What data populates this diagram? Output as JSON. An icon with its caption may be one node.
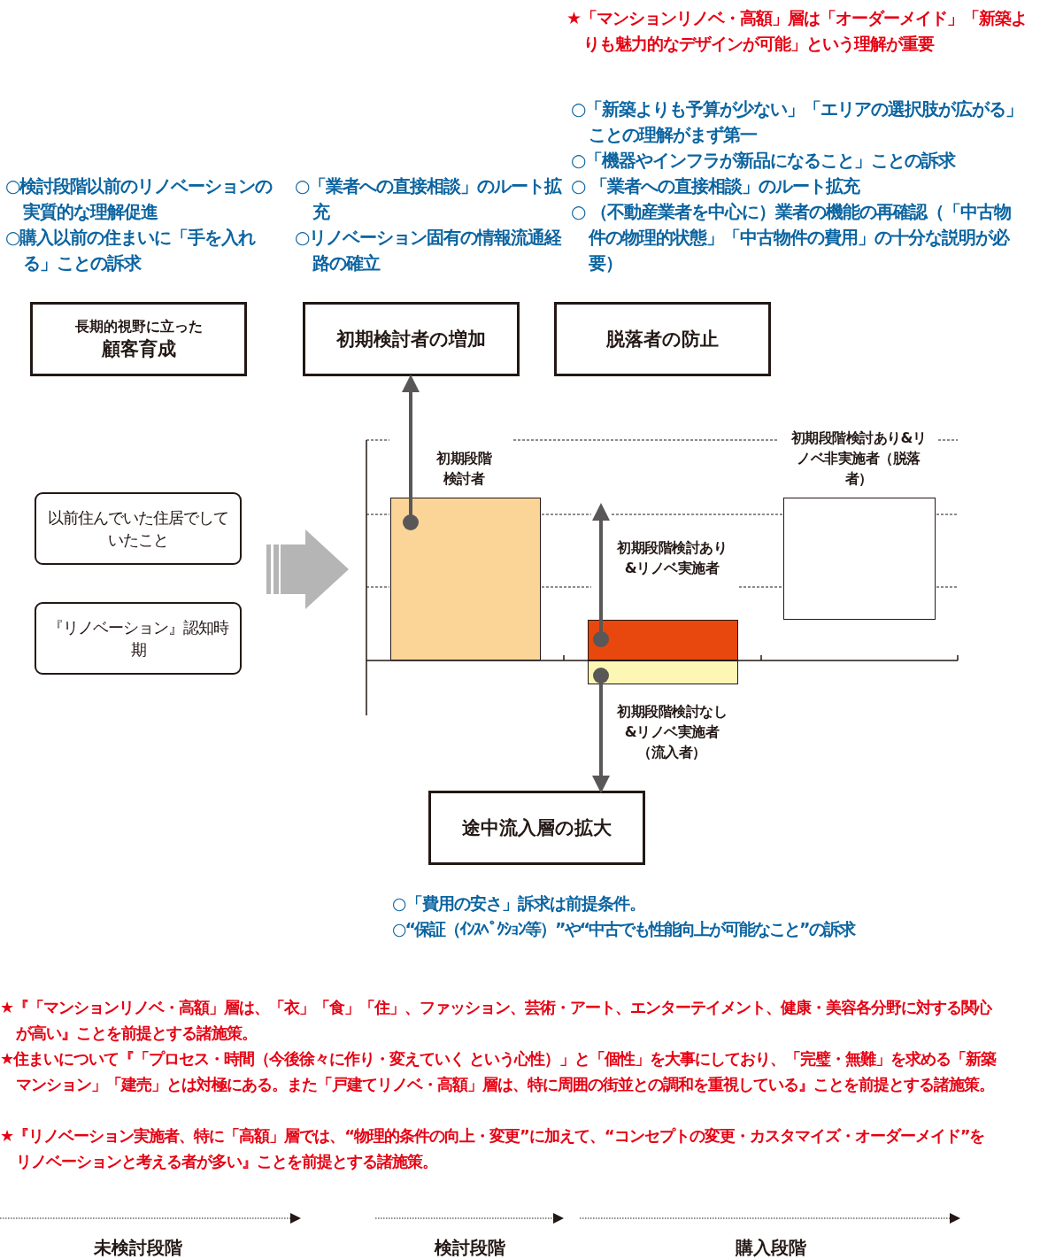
{
  "diagram": {
    "nodes": [
      {
        "text": [
          "長期的視野に立った",
          "顧客育成"
        ]
      },
      {
        "text": [
          "初期検討者の増加"
        ]
      },
      {
        "text": [
          "脱落者の防止"
        ]
      },
      {
        "text": [
          "以前住んでいた住居でしていたこと"
        ]
      },
      {
        "text": [
          "『リノベーション』認知時期"
        ]
      },
      {
        "text": [
          "初期段階検討者"
        ]
      },
      {
        "text": [
          "初期段階検討あり&リノベ実施者"
        ]
      },
      {
        "text": [
          "初期段階検討なし&リノベ実施者（流入者）"
        ]
      },
      {
        "text": [
          "初期段階検討あり&リノベ非実施者（脱落者）"
        ]
      },
      {
        "text": [
          "途中流入層の拡大"
        ]
      }
    ],
    "edges": [
      {
        "from": 5,
        "to": 1,
        "arrow": "to"
      },
      {
        "from": 6,
        "to": null,
        "arrow": "to"
      },
      {
        "from": 7,
        "to": 9,
        "arrow": "to"
      }
    ],
    "labels": [
      "★「マンションリノベ・高額」層は「オーダーメイド」「新築よりも魅力的なデザインが可能」という理解が重要",
      "○検討段階以前のリノベーションの実質的な理解促進",
      "○購入以前の住まいに「手を入れる」ことの訴求",
      "○「業者への直接相談」のルート拡充",
      "○リノベーション固有の情報流通経路の確立",
      "○「新築よりも予算が少ない」「エリアの選択肢が広がる」ことの理解がまず第一",
      "○「機器やインフラが新品になること」ことの訴求",
      "○ 「業者への直接相談」のルート拡充",
      "○ （不動産業者を中心に）業者の機能の再確認（「中古物件の物理的状態」「中古物件の費用」の十分な説明が必要）",
      "○「費用の安さ」訴求は前提条件。",
      "○“保証（ｲﾝｽﾍﾟｸｼｮﾝ等）”や“中古でも性能向上が可能なこと”の訴求",
      "★『「マンションリノベ・高額」層は、「衣」「食」「住」、ファッション、芸術・アート、エンターテイメント、健康・美容各分野に対する関心が高い』ことを前提とする諸施策。",
      "★住まいについて『「プロセス・時間（今後徐々に作り・変えていく という心性）」と「個性」を大事にしており、「完璧・無難」を求める「新築マンション」「建売」とは対極にある。また「戸建てリノベ・高額」層は、特に周囲の街並との調和を重視している』ことを前提とする諸施策。",
      "★『リノベーション実施者、特に「高額」層では、“物理的条件の向上・変更”に加えて、“コンセプトの変更・カスタマイズ・オーダーメイド”をリノベーションと考える者が多い』ことを前提とする諸施策。",
      "未検討段階",
      "検討段階",
      "購入段階"
    ]
  }
}
